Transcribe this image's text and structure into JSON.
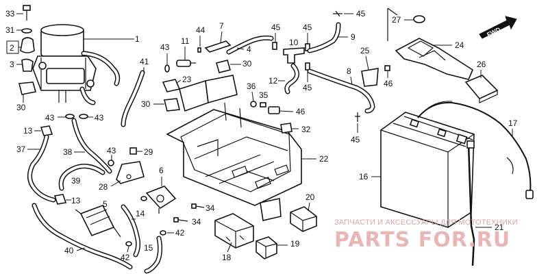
{
  "watermark": {
    "line1": "ЗАПЧАСТИ И АКСЕССУАРЫ ДЛЯ МОТОТЕХНИКИ",
    "line2": "PARTS FOR.RU"
  },
  "direction": "FWD",
  "labels": {
    "n1": "1",
    "n2": "2",
    "n3": "3",
    "n4": "4",
    "n5": "5",
    "n6": "6",
    "n7": "7",
    "n8": "8",
    "n9": "9",
    "n10": "10",
    "n11": "11",
    "n12": "12",
    "n13a": "13",
    "n13b": "13",
    "n14": "14",
    "n15": "15",
    "n16": "16",
    "n17": "17",
    "n18": "18",
    "n19": "19",
    "n20": "20",
    "n21": "21",
    "n22": "22",
    "n23": "23",
    "n24": "24",
    "n25": "25",
    "n26": "26",
    "n27": "27",
    "n28": "28",
    "n29": "29",
    "n30a": "30",
    "n30b": "30",
    "n30c": "30",
    "n31": "31",
    "n32": "32",
    "n33": "33",
    "n34a": "34",
    "n34b": "34",
    "n35": "35",
    "n36": "36",
    "n37": "37",
    "n38": "38",
    "n39": "39",
    "n40": "40",
    "n41": "41",
    "n42a": "42",
    "n42b": "42",
    "n43a": "43",
    "n43b": "43",
    "n43c": "43",
    "n43d": "43",
    "n44": "44",
    "n45a": "45",
    "n45b": "45",
    "n45c": "45",
    "n45d": "45",
    "n45e": "45",
    "n46a": "46",
    "n46b": "46"
  }
}
